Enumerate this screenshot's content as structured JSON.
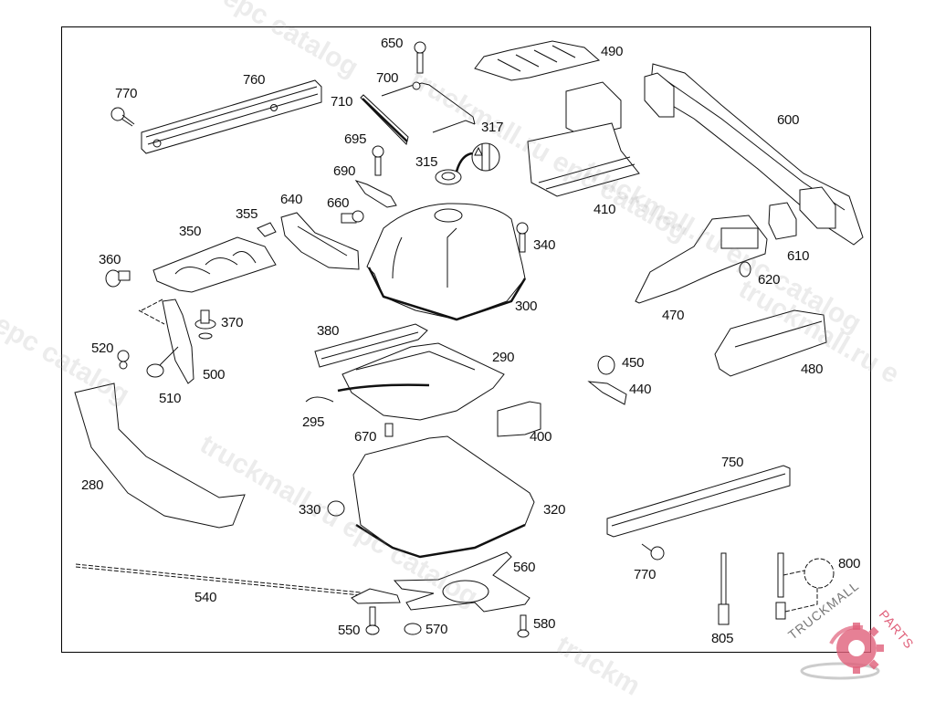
{
  "diagram": {
    "type": "exploded-parts-diagram",
    "callouts": [
      {
        "id": "770a",
        "number": "770"
      },
      {
        "id": "760",
        "number": "760"
      },
      {
        "id": "650",
        "number": "650"
      },
      {
        "id": "700",
        "number": "700"
      },
      {
        "id": "710",
        "number": "710"
      },
      {
        "id": "490",
        "number": "490"
      },
      {
        "id": "600",
        "number": "600"
      },
      {
        "id": "695",
        "number": "695"
      },
      {
        "id": "317",
        "number": "317"
      },
      {
        "id": "315",
        "number": "315"
      },
      {
        "id": "690",
        "number": "690"
      },
      {
        "id": "410",
        "number": "410"
      },
      {
        "id": "640",
        "number": "640"
      },
      {
        "id": "660",
        "number": "660"
      },
      {
        "id": "355",
        "number": "355"
      },
      {
        "id": "350",
        "number": "350"
      },
      {
        "id": "340",
        "number": "340"
      },
      {
        "id": "610",
        "number": "610"
      },
      {
        "id": "360",
        "number": "360"
      },
      {
        "id": "620",
        "number": "620"
      },
      {
        "id": "300",
        "number": "300"
      },
      {
        "id": "470",
        "number": "470"
      },
      {
        "id": "370",
        "number": "370"
      },
      {
        "id": "380",
        "number": "380"
      },
      {
        "id": "520",
        "number": "520"
      },
      {
        "id": "290",
        "number": "290"
      },
      {
        "id": "450",
        "number": "450"
      },
      {
        "id": "480",
        "number": "480"
      },
      {
        "id": "500",
        "number": "500"
      },
      {
        "id": "510",
        "number": "510"
      },
      {
        "id": "440",
        "number": "440"
      },
      {
        "id": "295",
        "number": "295"
      },
      {
        "id": "670",
        "number": "670"
      },
      {
        "id": "400",
        "number": "400"
      },
      {
        "id": "750",
        "number": "750"
      },
      {
        "id": "280",
        "number": "280"
      },
      {
        "id": "330",
        "number": "330"
      },
      {
        "id": "320",
        "number": "320"
      },
      {
        "id": "560",
        "number": "560"
      },
      {
        "id": "770b",
        "number": "770"
      },
      {
        "id": "800",
        "number": "800"
      },
      {
        "id": "540",
        "number": "540"
      },
      {
        "id": "550",
        "number": "550"
      },
      {
        "id": "570",
        "number": "570"
      },
      {
        "id": "580",
        "number": "580"
      },
      {
        "id": "805",
        "number": "805"
      }
    ]
  },
  "watermarks": [
    "epc catalog",
    "truckmall.ru epc catalog",
    "truckmall.ru epc catalog",
    "l epc catalog",
    "truckmall.ru e",
    "truckmall.ru epc catalog",
    "truckm"
  ],
  "logo": {
    "text": "TRUCKMALL",
    "accent_text": "PARTS",
    "accent_color": "#e0607a"
  }
}
